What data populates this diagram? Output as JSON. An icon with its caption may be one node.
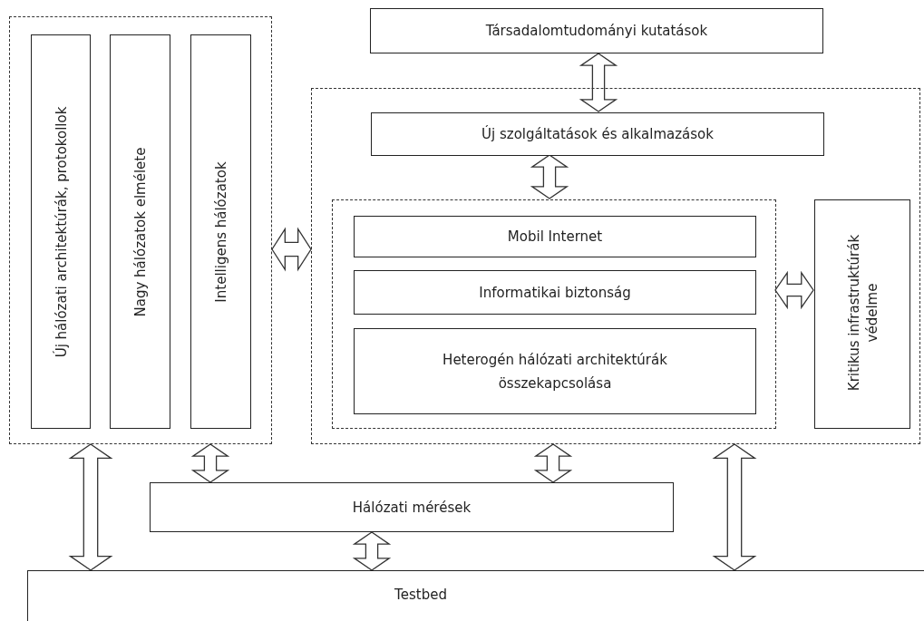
{
  "diagram": {
    "nodes": [
      {
        "text": [],
        "shape": "box"
      },
      {
        "text": [
          "Új hálózati architektúrák, protokollok"
        ],
        "in": 0
      },
      {
        "text": [
          "Nagy hálózatok elmélete"
        ],
        "in": 0
      },
      {
        "text": [
          "Intelligens hálózatok"
        ],
        "in": 0
      },
      {
        "text": [
          "Társadalomtudományi kutatások"
        ]
      },
      {
        "text": [],
        "shape": "box"
      },
      {
        "text": [
          "Új szolgáltatások és alkalmazások"
        ],
        "in": 5
      },
      {
        "text": [],
        "shape": "box",
        "in": 5
      },
      {
        "text": [
          "Mobil Internet"
        ],
        "in": 7
      },
      {
        "text": [
          "Informatikai biztonság"
        ],
        "in": 7
      },
      {
        "text": [
          "Heterogén hálózati architektúrák összekapcsolása"
        ],
        "in": 7
      },
      {
        "text": [
          "Kritikus infrastruktúrák védelme"
        ],
        "in": 5
      },
      {
        "text": [
          "Hálózati mérések"
        ]
      },
      {
        "text": [
          "Testbed"
        ]
      }
    ],
    "edges": [
      {
        "from": 0,
        "to": 5,
        "arrow": "both"
      },
      {
        "from": 4,
        "to": 6,
        "arrow": "both"
      },
      {
        "from": 6,
        "to": 7,
        "arrow": "both"
      },
      {
        "from": 7,
        "to": 11,
        "arrow": "both"
      },
      {
        "from": 0,
        "to": 13,
        "arrow": "both"
      },
      {
        "from": 0,
        "to": 12,
        "arrow": "both"
      },
      {
        "from": 5,
        "to": 12,
        "arrow": "both"
      },
      {
        "from": 5,
        "to": 13,
        "arrow": "both"
      },
      {
        "from": 12,
        "to": 13,
        "arrow": "both"
      }
    ]
  }
}
